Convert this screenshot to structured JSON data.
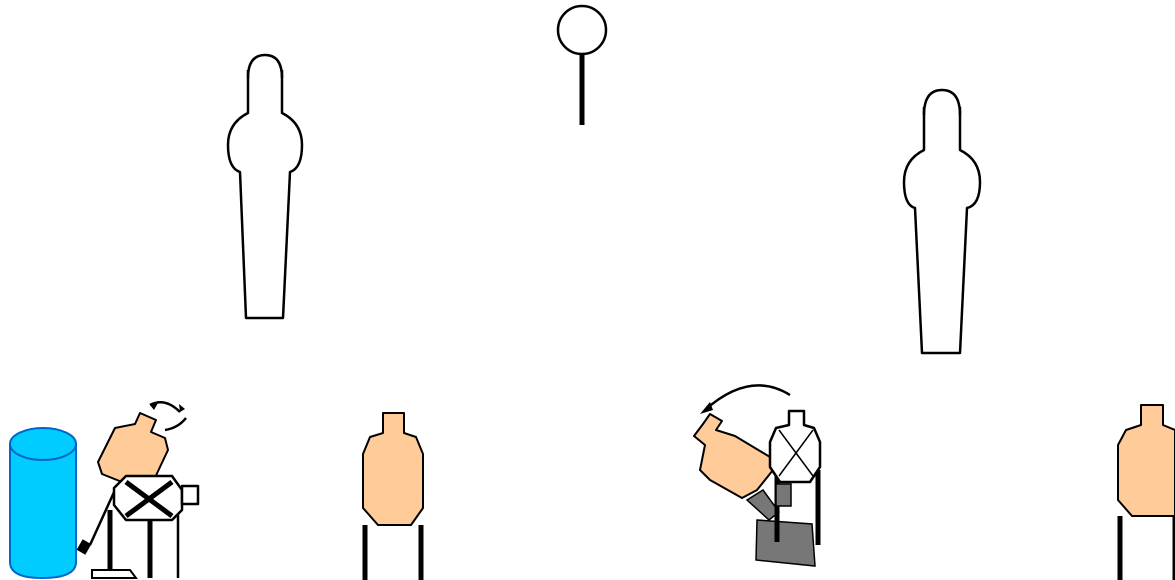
{
  "colors": {
    "paper_target_fill": "#FFCC99",
    "barrel_fill": "#00CCFF",
    "barrel_stroke": "#0066CC",
    "hardcover_fill": "#777777",
    "outline": "#000000",
    "background": "#FFFFFF"
  },
  "elements": [
    {
      "id": "popper-left",
      "kind": "steel popper silhouette"
    },
    {
      "id": "steel-plate-top",
      "kind": "round steel plate on stand"
    },
    {
      "id": "popper-right",
      "kind": "steel popper silhouette"
    },
    {
      "id": "barrel",
      "kind": "blue barrel"
    },
    {
      "id": "swinger-target",
      "kind": "swinging paper target"
    },
    {
      "id": "no-shoot-left",
      "kind": "no-shoot target with X"
    },
    {
      "id": "paper-target-center-left",
      "kind": "paper target on stand"
    },
    {
      "id": "drop-turner-target",
      "kind": "activated drop-turner paper target"
    },
    {
      "id": "no-shoot-right",
      "kind": "no-shoot target with X"
    },
    {
      "id": "hardcover-plate",
      "kind": "hard cover plate"
    },
    {
      "id": "paper-target-right-edge",
      "kind": "paper target on stand"
    }
  ]
}
